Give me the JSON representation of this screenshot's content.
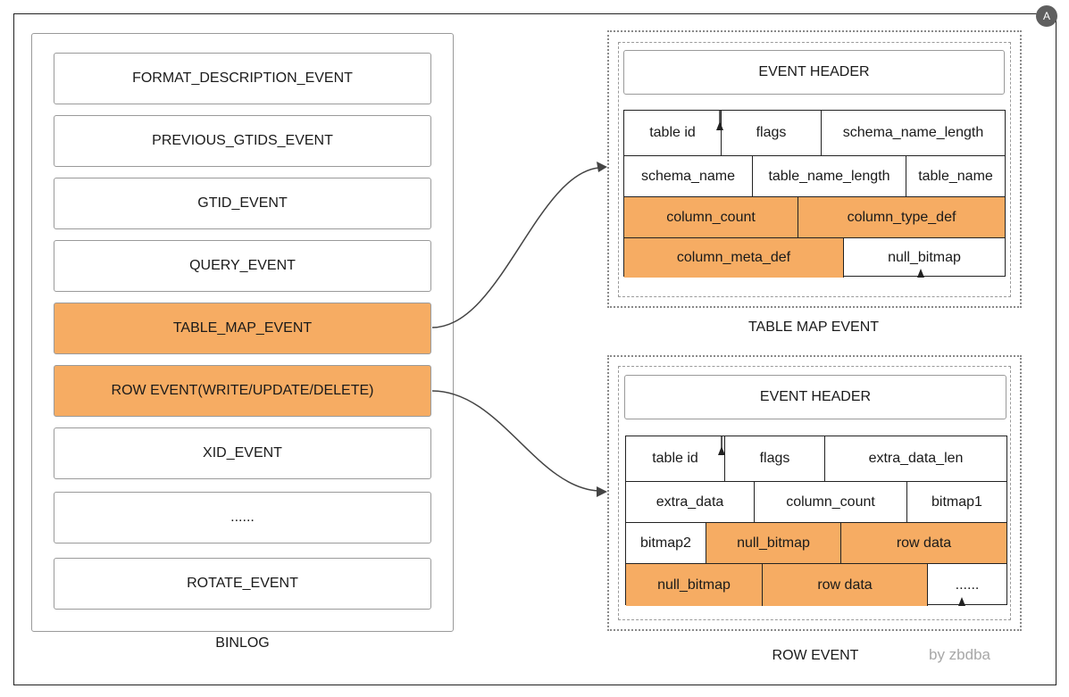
{
  "binlog": {
    "label": "BINLOG",
    "events": [
      {
        "label": "FORMAT_DESCRIPTION_EVENT",
        "highlight": false
      },
      {
        "label": "PREVIOUS_GTIDS_EVENT",
        "highlight": false
      },
      {
        "label": "GTID_EVENT",
        "highlight": false
      },
      {
        "label": "QUERY_EVENT",
        "highlight": false
      },
      {
        "label": "TABLE_MAP_EVENT",
        "highlight": true
      },
      {
        "label": "ROW EVENT(WRITE/UPDATE/DELETE)",
        "highlight": true
      },
      {
        "label": "XID_EVENT",
        "highlight": false
      },
      {
        "label": "......",
        "highlight": false
      },
      {
        "label": "ROTATE_EVENT",
        "highlight": false
      }
    ]
  },
  "table_map": {
    "caption": "TABLE MAP EVENT",
    "header": "EVENT HEADER",
    "rows": [
      [
        {
          "label": "table id"
        },
        {
          "label": "flags"
        },
        {
          "label": "schema_name_length"
        }
      ],
      [
        {
          "label": "schema_name"
        },
        {
          "label": "table_name_length"
        },
        {
          "label": "table_name"
        }
      ],
      [
        {
          "label": "column_count",
          "orange": true
        },
        {
          "label": "column_type_def",
          "orange": true
        }
      ],
      [
        {
          "label": "column_meta_def",
          "orange": true
        },
        {
          "label": "null_bitmap"
        }
      ]
    ]
  },
  "row_event": {
    "caption": "ROW EVENT",
    "header": "EVENT HEADER",
    "rows": [
      [
        {
          "label": "table id"
        },
        {
          "label": "flags"
        },
        {
          "label": "extra_data_len"
        }
      ],
      [
        {
          "label": "extra_data"
        },
        {
          "label": "column_count"
        },
        {
          "label": "bitmap1"
        }
      ],
      [
        {
          "label": "bitmap2"
        },
        {
          "label": "null_bitmap",
          "orange": true
        },
        {
          "label": "row data",
          "orange": true
        }
      ],
      [
        {
          "label": "null_bitmap",
          "orange": true
        },
        {
          "label": "row data",
          "orange": true
        },
        {
          "label": "......"
        }
      ]
    ]
  },
  "watermark": "by zbdba",
  "corner_badge": "A",
  "colors": {
    "highlight": "#f6ac63",
    "border": "#9a9a9a",
    "grid_border": "#222222"
  }
}
